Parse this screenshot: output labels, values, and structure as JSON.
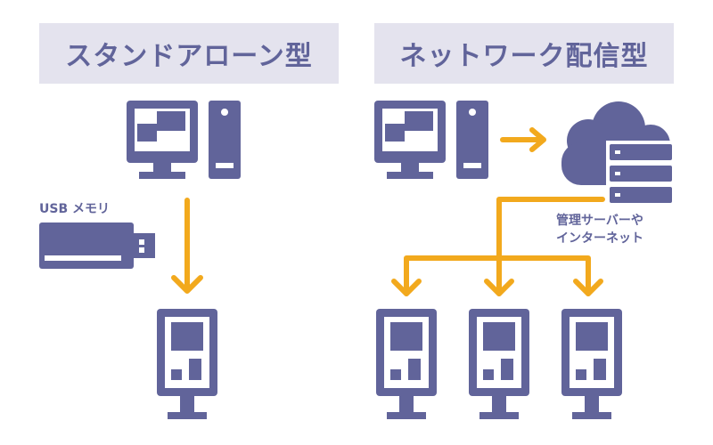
{
  "headers": {
    "standalone": "スタンドアローン型",
    "network": "ネットワーク配信型"
  },
  "labels": {
    "usb_memory": "USB メモリ",
    "server_line1": "管理サーバーや",
    "server_line2": "インターネット"
  },
  "colors": {
    "icon": "#61649a",
    "arrow": "#f2a91d",
    "header_bg": "#e4e3ee",
    "header_text": "#61649a"
  },
  "icons": [
    "desktop-pc-icon",
    "usb-memory-icon",
    "cloud-server-icon",
    "kiosk-signage-icon"
  ]
}
